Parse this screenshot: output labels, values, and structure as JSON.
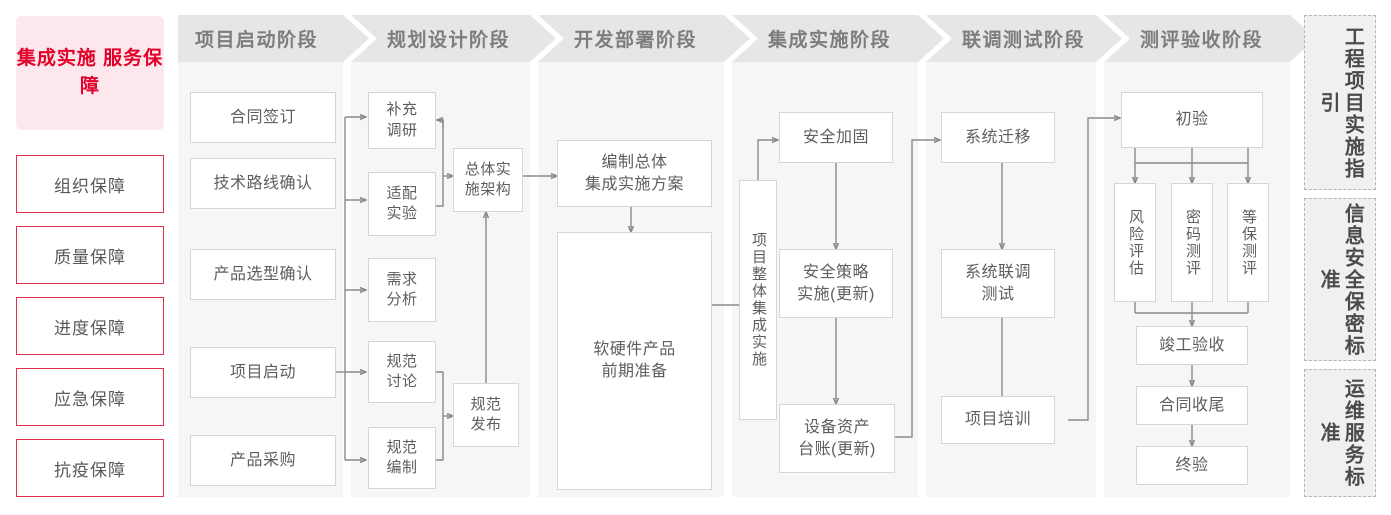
{
  "meta": {
    "accent_red": "#e3002b",
    "accent_red_border": "#e2304a",
    "hero_bg": "#fbe7ec",
    "phase_header_bg": "#e6e6e6",
    "phase_body_bg": "#f6f6f6",
    "node_border": "#d6d6d6",
    "connector": "#8a8a8a"
  },
  "sidebar_left": {
    "hero_title": "集成实施\n服务保障",
    "items": [
      {
        "label": "组织保障"
      },
      {
        "label": "质量保障"
      },
      {
        "label": "进度保障"
      },
      {
        "label": "应急保障"
      },
      {
        "label": "抗疫保障"
      }
    ]
  },
  "phases": [
    {
      "id": "start",
      "title": "项目启动阶段"
    },
    {
      "id": "planning",
      "title": "规划设计阶段"
    },
    {
      "id": "deploy",
      "title": "开发部署阶段"
    },
    {
      "id": "integrate",
      "title": "集成实施阶段"
    },
    {
      "id": "jointtest",
      "title": "联调测试阶段"
    },
    {
      "id": "acceptance",
      "title": "测评验收阶段"
    }
  ],
  "nodes": {
    "start": [
      {
        "label": "合同签订"
      },
      {
        "label": "技术路线确认"
      },
      {
        "label": "产品选型确认"
      },
      {
        "label": "项目启动"
      },
      {
        "label": "产品采购"
      }
    ],
    "planning": [
      {
        "label": "补充\n调研"
      },
      {
        "label": "适配\n实验"
      },
      {
        "label": "需求\n分析"
      },
      {
        "label": "规范\n讨论"
      },
      {
        "label": "规范\n编制"
      },
      {
        "label": "总体实\n施架构"
      },
      {
        "label": "规范\n发布"
      }
    ],
    "deploy": [
      {
        "label": "编制总体\n集成实施方案"
      },
      {
        "label": "软硬件产品\n前期准备"
      }
    ],
    "integrate": [
      {
        "label": "项目整体集成实施",
        "vertical": true
      },
      {
        "label": "安全加固"
      },
      {
        "label": "安全策略\n实施(更新)"
      },
      {
        "label": "设备资产\n台账(更新)"
      }
    ],
    "jointtest": [
      {
        "label": "系统迁移"
      },
      {
        "label": "系统联调\n测试"
      },
      {
        "label": "项目培训"
      }
    ],
    "acceptance": [
      {
        "label": "初验"
      },
      {
        "label": "风险评估",
        "vertical": true
      },
      {
        "label": "密码测评",
        "vertical": true
      },
      {
        "label": "等保测评",
        "vertical": true
      },
      {
        "label": "竣工验收"
      },
      {
        "label": "合同收尾"
      },
      {
        "label": "终验"
      }
    ]
  },
  "sidebar_right": [
    {
      "label": "工程项目实施指引"
    },
    {
      "label": "信息安全保密标准"
    },
    {
      "label": "运维服务标准"
    }
  ]
}
